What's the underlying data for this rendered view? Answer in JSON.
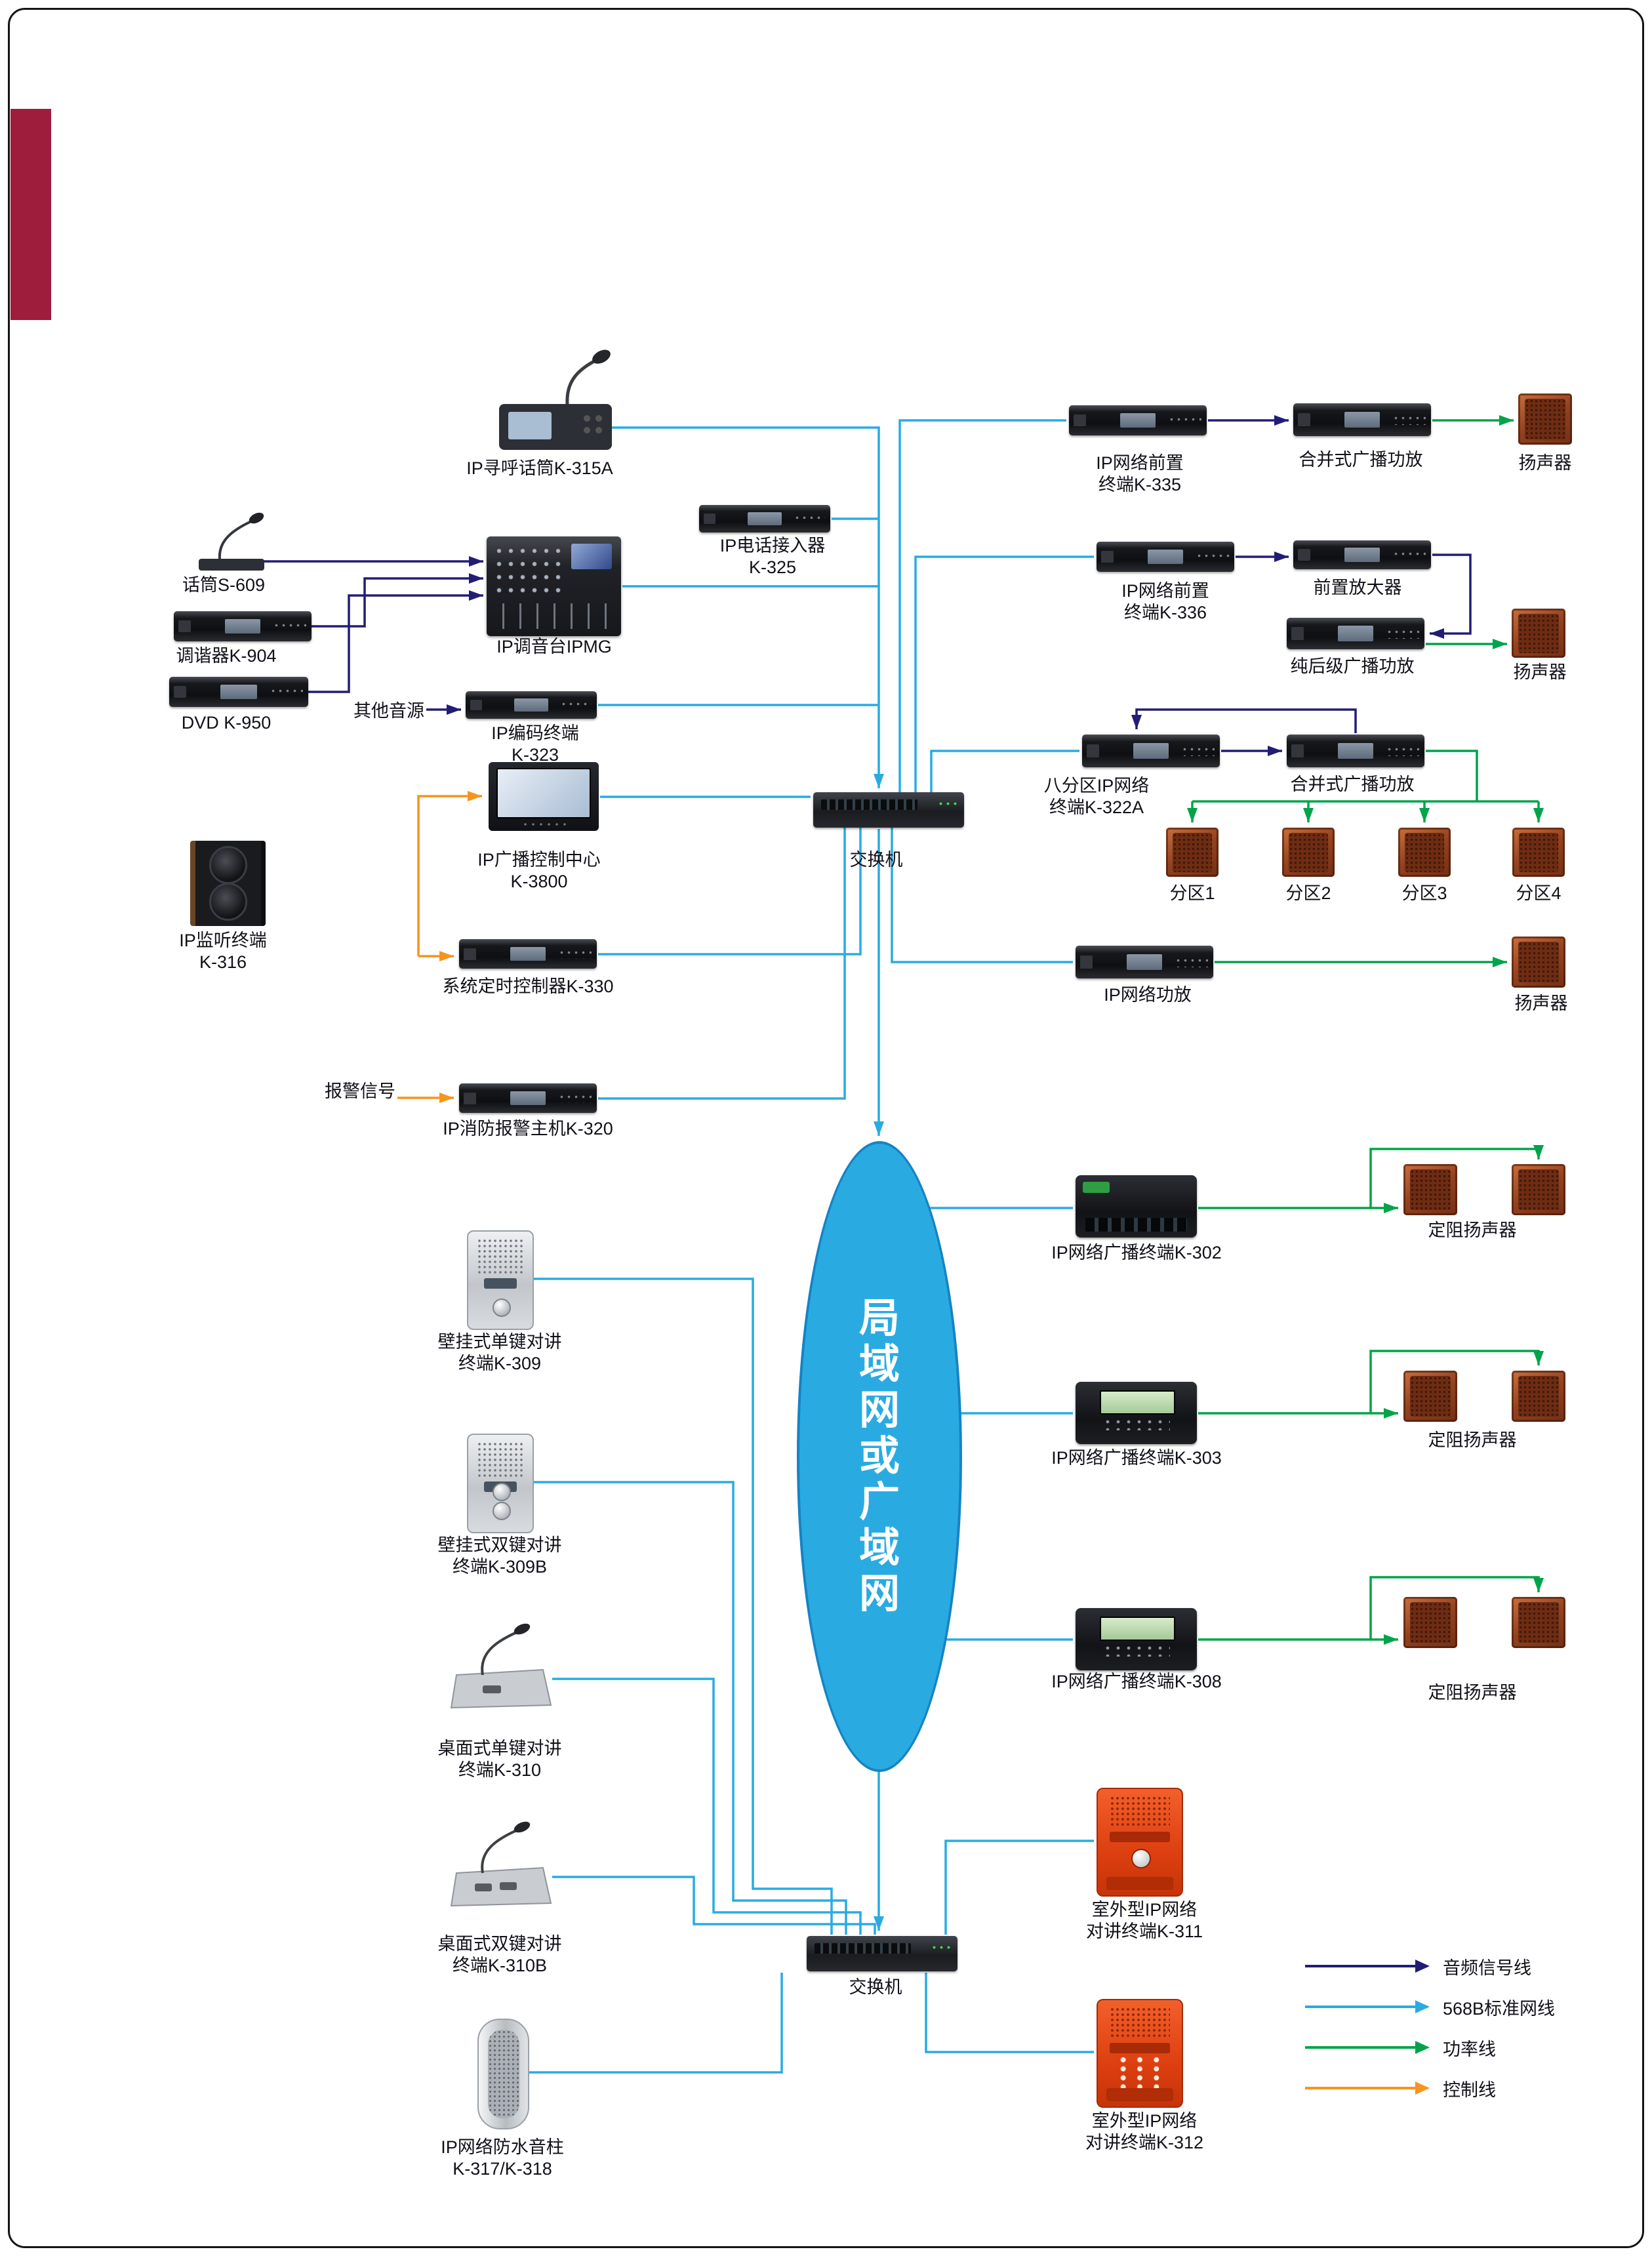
{
  "colors": {
    "audio_line": "#221d74",
    "network_line": "#29abe2",
    "power_line": "#00a44a",
    "control_line": "#f7941d",
    "cloud_fill": "#29abe2",
    "accent_block": "#9e1c3c"
  },
  "nodes": {
    "k315a": {
      "label": "IP寻呼话筒K-315A"
    },
    "k325": {
      "label": "IP电话接入器\nK-325"
    },
    "s609": {
      "label": "话筒S-609"
    },
    "ipmg": {
      "label": "IP调音台IPMG"
    },
    "k904": {
      "label": "调谐器K-904"
    },
    "k950": {
      "label": "DVD  K-950"
    },
    "other_source": {
      "label": "其他音源"
    },
    "k323": {
      "label": "IP编码终端\nK-323"
    },
    "k3800": {
      "label": "IP广播控制中心\nK-3800"
    },
    "switch_top": {
      "label": "交换机"
    },
    "k316": {
      "label": "IP监听终端\nK-316"
    },
    "k330": {
      "label": "系统定时控制器K-330"
    },
    "alarm_signal": {
      "label": "报警信号"
    },
    "k320": {
      "label": "IP消防报警主机K-320"
    },
    "k335": {
      "label": "IP网络前置\n终端K-335"
    },
    "amp_merge1": {
      "label": "合并式广播功放"
    },
    "spk1": {
      "label": "扬声器"
    },
    "k336": {
      "label": "IP网络前置\n终端K-336"
    },
    "preamp": {
      "label": "前置放大器"
    },
    "postamp": {
      "label": "纯后级广播功放"
    },
    "spk2": {
      "label": "扬声器"
    },
    "k322a": {
      "label": "八分区IP网络\n终端K-322A"
    },
    "amp_merge2": {
      "label": "合并式广播功放"
    },
    "zone1": {
      "label": "分区1"
    },
    "zone2": {
      "label": "分区2"
    },
    "zone3": {
      "label": "分区3"
    },
    "zone4": {
      "label": "分区4"
    },
    "ipamp": {
      "label": "IP网络功放"
    },
    "spk3": {
      "label": "扬声器"
    },
    "k302": {
      "label": "IP网络广播终端K-302"
    },
    "spk302": {
      "label": "定阻扬声器"
    },
    "k303": {
      "label": "IP网络广播终端K-303"
    },
    "spk303": {
      "label": "定阻扬声器"
    },
    "k308": {
      "label": "IP网络广播终端K-308"
    },
    "spk308": {
      "label": "定阻扬声器"
    },
    "k311": {
      "label": "室外型IP网络\n对讲终端K-311"
    },
    "k312": {
      "label": "室外型IP网络\n对讲终端K-312"
    },
    "k309": {
      "label": "壁挂式单键对讲\n终端K-309"
    },
    "k309b": {
      "label": "壁挂式双键对讲\n终端K-309B"
    },
    "k310": {
      "label": "桌面式单键对讲\n终端K-310"
    },
    "k310b": {
      "label": "桌面式双键对讲\n终端K-310B"
    },
    "k317": {
      "label": "IP网络防水音柱\nK-317/K-318"
    },
    "cloud": {
      "label": "局\n域\n网\n或\n广\n域\n网"
    },
    "switch_bottom": {
      "label": "交换机"
    }
  },
  "legend": {
    "items": [
      {
        "label": "音频信号线",
        "color": "#221d74"
      },
      {
        "label": "568B标准网线",
        "color": "#29abe2"
      },
      {
        "label": "功率线",
        "color": "#00a44a"
      },
      {
        "label": "控制线",
        "color": "#f7941d"
      }
    ]
  }
}
